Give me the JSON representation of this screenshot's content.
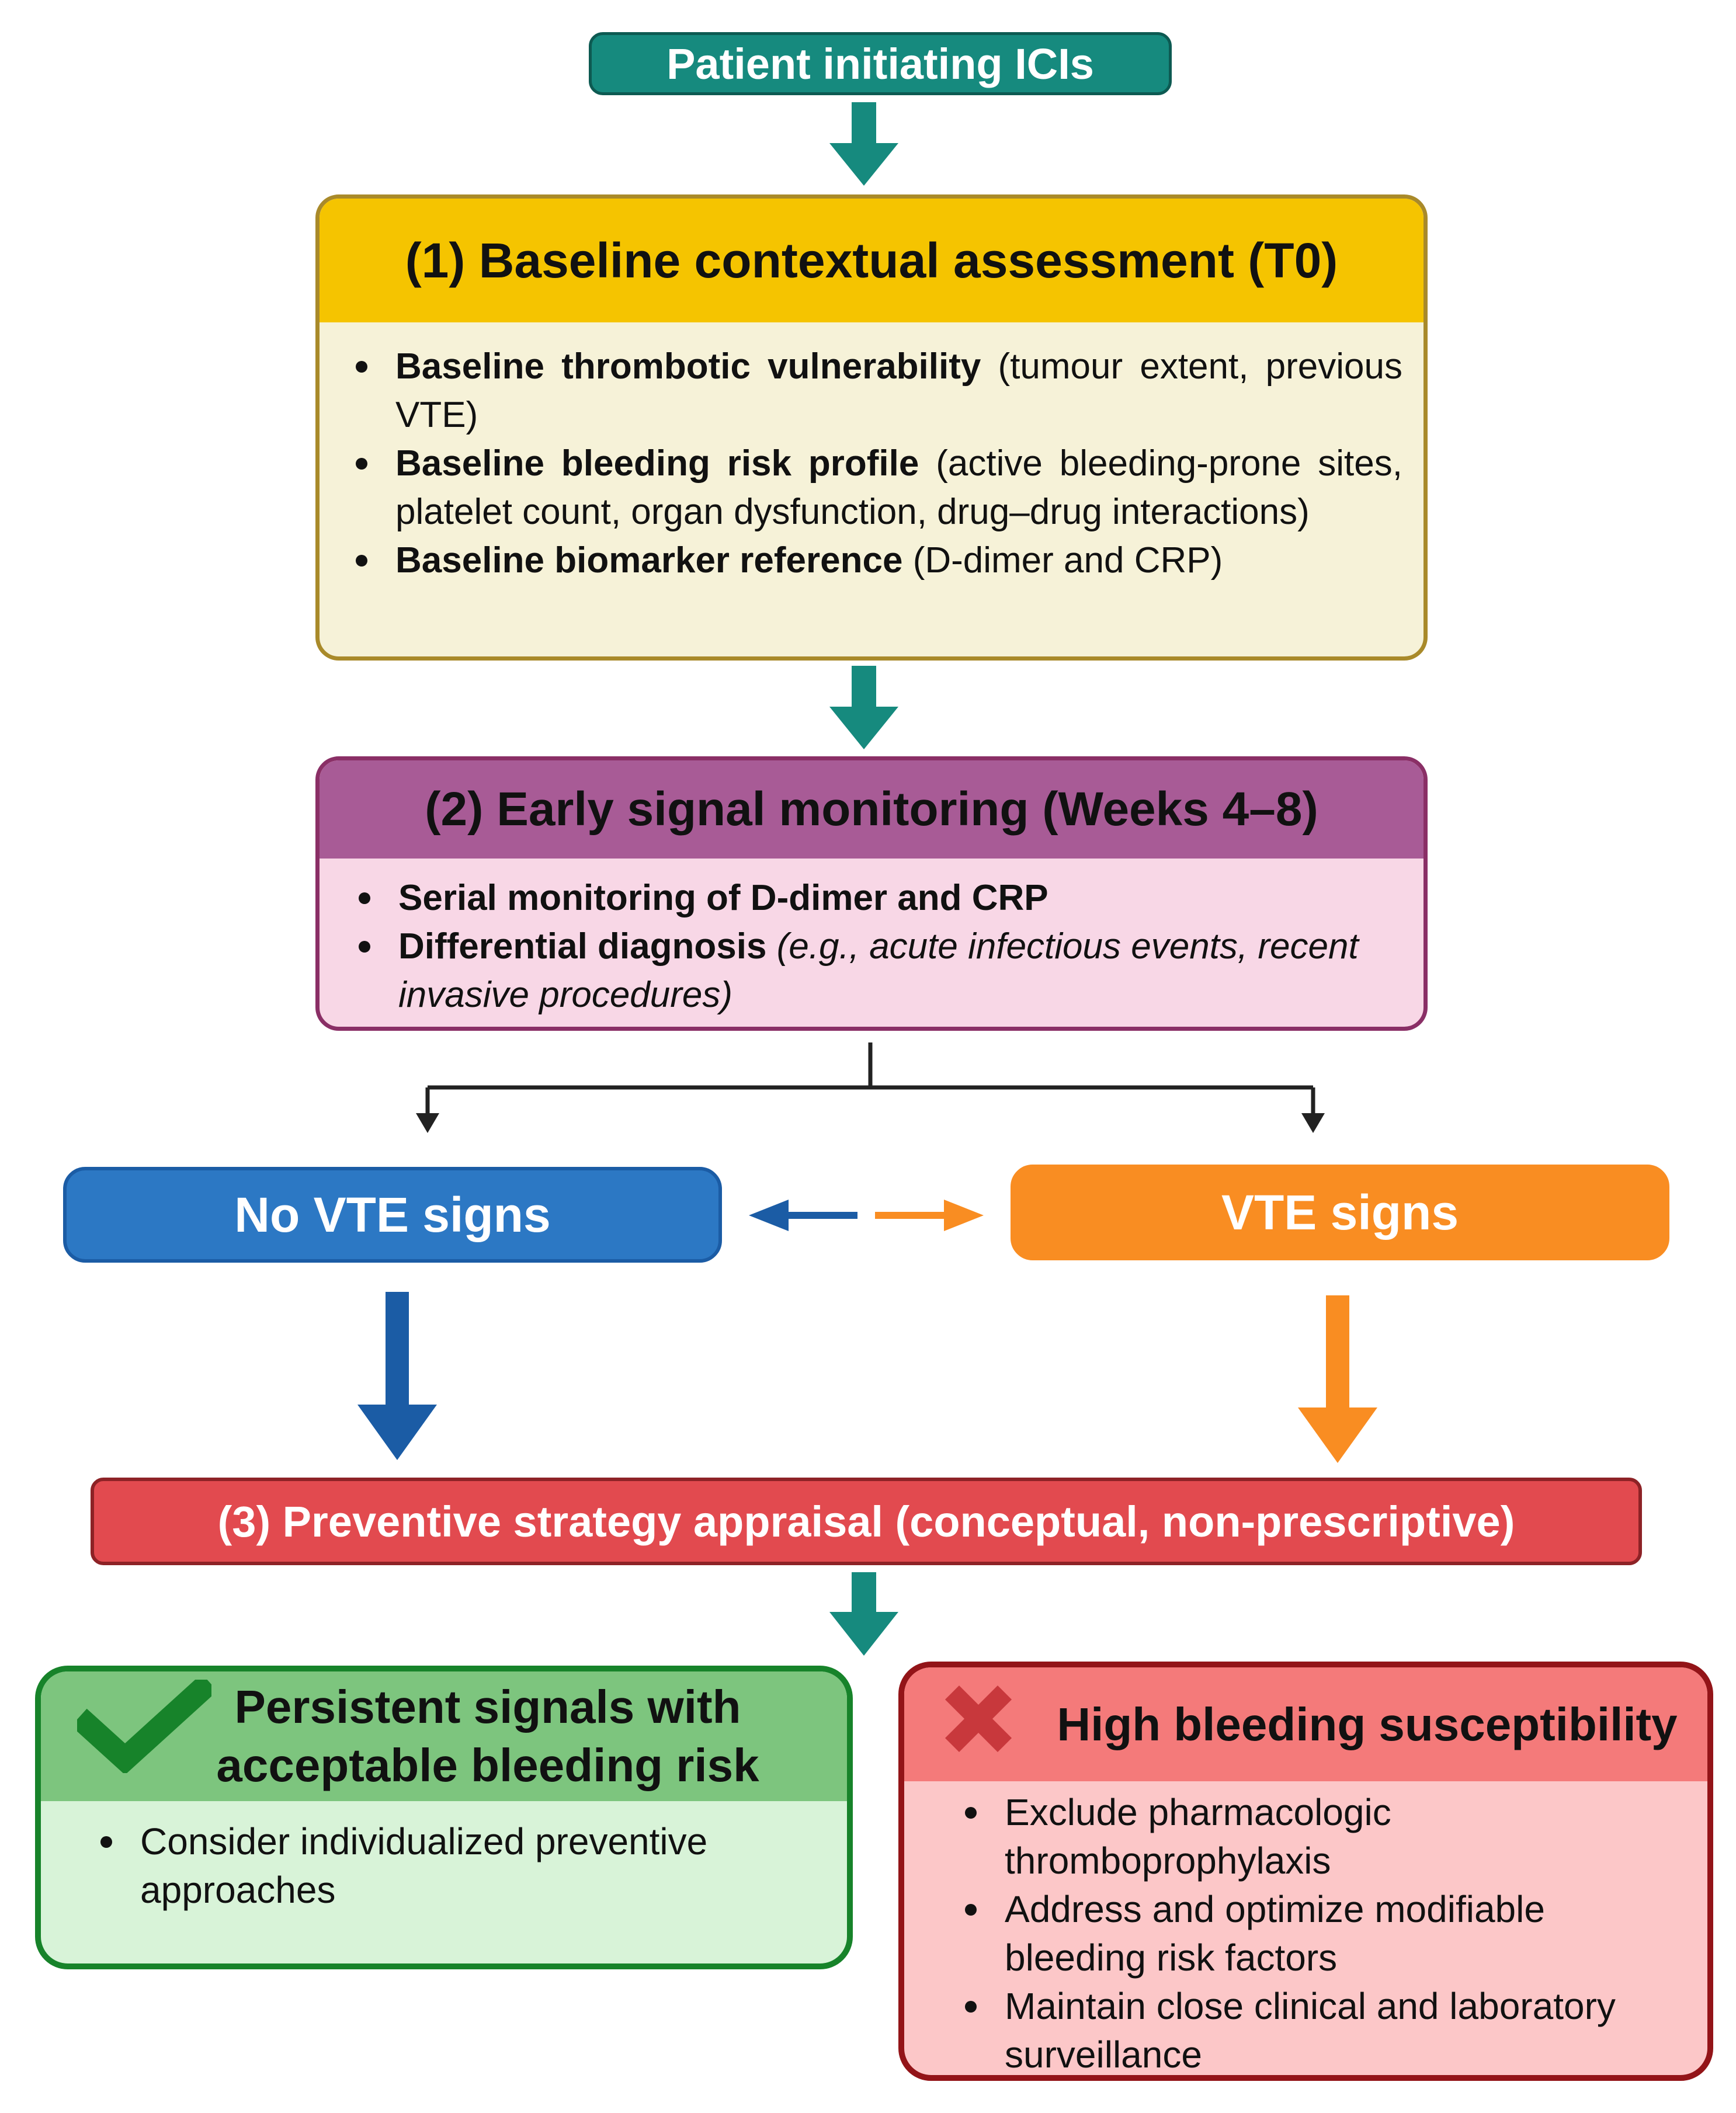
{
  "start": {
    "label": "Patient initiating ICIs"
  },
  "stage1": {
    "title": "(1) Baseline contextual assessment (T0)",
    "items": [
      {
        "bold": "Baseline thrombotic vulnerability",
        "rest": " (tumour extent, previous VTE)"
      },
      {
        "bold": "Baseline bleeding risk profile",
        "rest": " (active bleeding-prone sites, platelet count, organ dysfunction, drug–drug interactions)"
      },
      {
        "bold": "Baseline biomarker reference",
        "rest": " (D-dimer and CRP)"
      }
    ]
  },
  "stage2": {
    "title": "(2) Early signal monitoring (Weeks 4–8)",
    "items": [
      {
        "bold": "Serial monitoring of D-dimer and CRP",
        "rest": ""
      },
      {
        "bold": "Differential diagnosis",
        "rest": " (e.g., acute infectious events, recent invasive procedures)"
      }
    ]
  },
  "branches": {
    "no_vte": "No VTE signs",
    "vte": "VTE signs"
  },
  "stage3": {
    "title": "(3) Preventive strategy appraisal (conceptual, non-prescriptive)"
  },
  "outcome_green": {
    "title_line1": "Persistent signals with",
    "title_line2": "acceptable bleeding risk",
    "items": [
      "Consider individualized preventive approaches"
    ]
  },
  "outcome_red": {
    "title": "High bleeding susceptibility",
    "items": [
      "Exclude pharmacologic thromboprophylaxis",
      "Address and optimize modifiable bleeding risk factors",
      "Maintain close clinical and laboratory surveillance"
    ]
  },
  "colors": {
    "teal": "#168a7e",
    "stage1_header": "#f5c400",
    "stage2_header": "#a85b96",
    "no_vte": "#2c78c4",
    "vte": "#f98d22",
    "stage3": "#e24a4f",
    "green_header": "#7dc57e",
    "red_header": "#f47a7a"
  },
  "icons": [
    "check-icon",
    "cross-icon"
  ]
}
